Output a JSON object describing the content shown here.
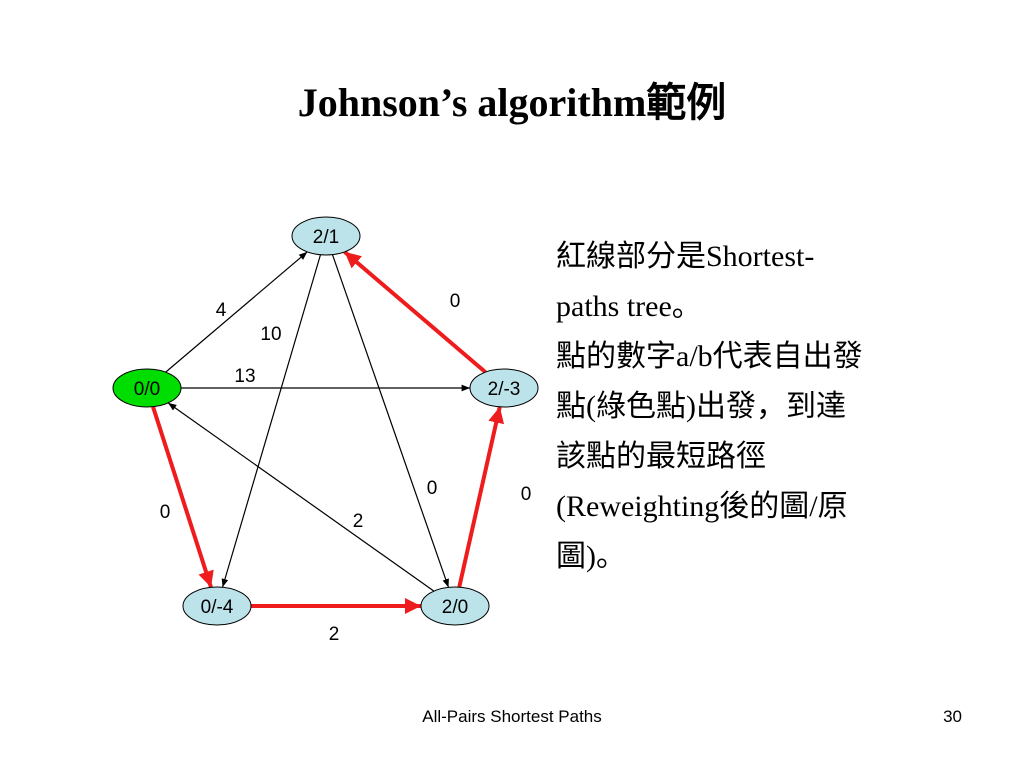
{
  "slide": {
    "title": "Johnson’s algorithm範例",
    "footer": "All-Pairs Shortest Paths",
    "page_number": "30"
  },
  "description": {
    "lines": [
      "紅線部分是Shortest-",
      "paths tree。",
      "點的數字a/b代表自出發",
      "點(綠色點)出發，到達",
      "該點的最短路徑",
      "(Reweighting後的圖/原",
      "圖)。"
    ]
  },
  "graph": {
    "colors": {
      "source": "#00dd00",
      "node": "#bde3ea",
      "tree_edge": "#ee1c1c",
      "edge": "#000000"
    },
    "nodes": [
      {
        "id": "top",
        "label": "2/1",
        "source": false
      },
      {
        "id": "left",
        "label": "0/0",
        "source": true
      },
      {
        "id": "right",
        "label": "2/-3",
        "source": false
      },
      {
        "id": "bottom_left",
        "label": "0/-4",
        "source": false
      },
      {
        "id": "bottom_right",
        "label": "2/0",
        "source": false
      }
    ],
    "edges": [
      {
        "from": "left",
        "to": "top",
        "weight": "4",
        "tree": false
      },
      {
        "from": "left",
        "to": "right",
        "weight": "13",
        "tree": false
      },
      {
        "from": "top",
        "to": "bottom_left",
        "weight": "10",
        "tree": false
      },
      {
        "from": "top",
        "to": "bottom_right",
        "weight": "0",
        "tree": false
      },
      {
        "from": "bottom_right",
        "to": "left",
        "weight": "2",
        "tree": false
      },
      {
        "from": "right",
        "to": "top",
        "weight": "0",
        "tree": true
      },
      {
        "from": "left",
        "to": "bottom_left",
        "weight": "0",
        "tree": true
      },
      {
        "from": "bottom_left",
        "to": "bottom_right",
        "weight": "2",
        "tree": true
      },
      {
        "from": "bottom_right",
        "to": "right",
        "weight": "0",
        "tree": true
      }
    ]
  }
}
